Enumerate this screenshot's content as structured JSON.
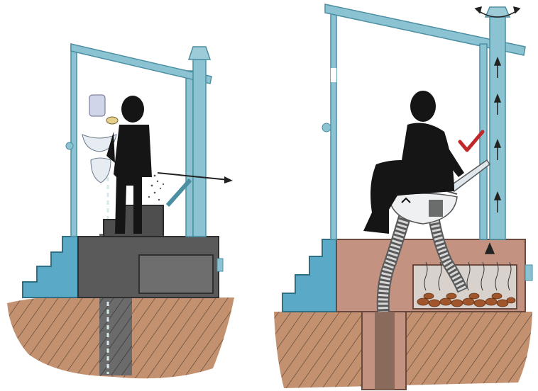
{
  "figure": {
    "panels": [
      {
        "id": "left",
        "variant": "urinal and sink toilet with drainage pipe into the ground"
      },
      {
        "id": "right",
        "variant": "dry composting toilet with ventilation pipe and compost chamber"
      }
    ]
  },
  "colors": {
    "frame": "#8cc3d2",
    "frame_dark": "#4c8fa3",
    "step_blue": "#5aa9c6",
    "soil": "#b97e56",
    "concrete": "#5a5a5a",
    "figure": "#151515",
    "chamber": "#c49281",
    "compost": "#a0562a",
    "check": "#c0282a",
    "arrow": "#222222"
  }
}
